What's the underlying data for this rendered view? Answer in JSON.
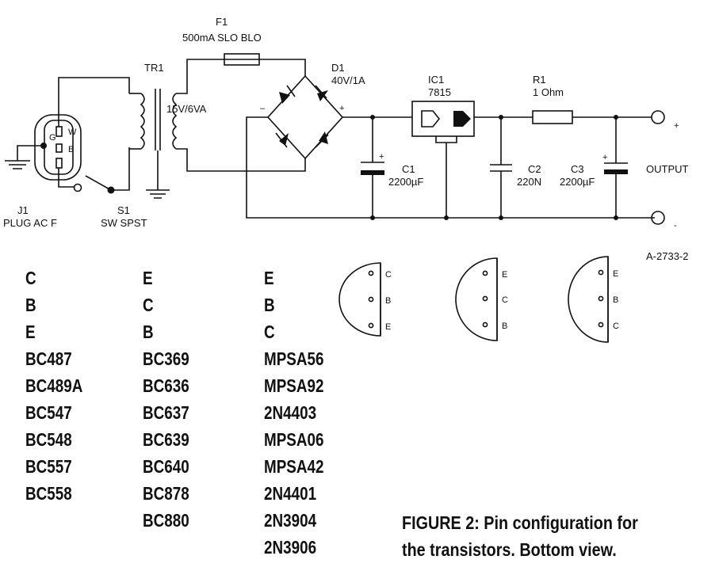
{
  "schematic": {
    "fuse": {
      "ref": "F1",
      "value": "500mA SLO BLO"
    },
    "transformer": {
      "ref": "TR1",
      "value": "15V/6VA"
    },
    "bridge": {
      "ref": "D1",
      "value": "40V/1A",
      "plus": "+",
      "minus": "–"
    },
    "regulator": {
      "ref": "IC1",
      "value": "7815"
    },
    "resistor": {
      "ref": "R1",
      "value": "1 Ohm"
    },
    "c1": {
      "ref": "C1",
      "value": "2200µF",
      "plus": "+"
    },
    "c2": {
      "ref": "C2",
      "value": "220N"
    },
    "c3": {
      "ref": "C3",
      "value": "2200µF",
      "plus": "+"
    },
    "j1": {
      "ref": "J1",
      "value": "PLUG AC F",
      "pins": [
        "G",
        "W",
        "B"
      ]
    },
    "s1": {
      "ref": "S1",
      "value": "SW SPST"
    },
    "output": {
      "label": "OUTPUT",
      "plus": "+",
      "minus": "-"
    },
    "drawing_number": "A-2733-2"
  },
  "pinouts": [
    {
      "pins": [
        "C",
        "B",
        "E"
      ]
    },
    {
      "pins": [
        "E",
        "C",
        "B"
      ]
    },
    {
      "pins": [
        "E",
        "B",
        "C"
      ]
    }
  ],
  "columns": [
    {
      "header": [
        "C",
        "B",
        "E"
      ],
      "parts": [
        "BC487",
        "BC489A",
        "BC547",
        "BC548",
        "BC557",
        "BC558"
      ]
    },
    {
      "header": [
        "E",
        "C",
        "B"
      ],
      "parts": [
        "BC369",
        "BC636",
        "BC637",
        "BC639",
        "BC640",
        "BC878",
        "BC880"
      ]
    },
    {
      "header": [
        "E",
        "B",
        "C"
      ],
      "parts": [
        "MPSA56",
        "MPSA92",
        "2N4403",
        "MPSA06",
        "MPSA42",
        "2N4401",
        "2N3904",
        "2N3906"
      ]
    }
  ],
  "caption": {
    "line1": "FIGURE 2: Pin configuration for",
    "line2": "the transistors. Bottom view."
  }
}
